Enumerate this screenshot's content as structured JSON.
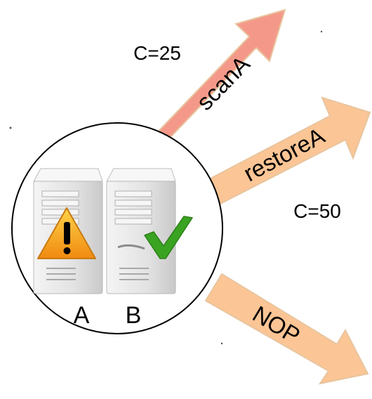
{
  "actions": [
    {
      "id": "scan",
      "label": "scanA",
      "color": "#f4998a"
    },
    {
      "id": "restore",
      "label": "restoreA",
      "color": "#fbc595"
    },
    {
      "id": "nop",
      "label": "NOP",
      "color": "#fbc595"
    }
  ],
  "costs": {
    "scan": "C=25",
    "restore": "C=50"
  },
  "servers": [
    {
      "label": "A",
      "status": "warning",
      "status_color": "#f2a81b"
    },
    {
      "label": "B",
      "status": "ok",
      "status_color": "#3aa321"
    }
  ],
  "colors": {
    "arrow_edge": "#e8c59f",
    "server_body": "#e3e3e3",
    "circle_stroke": "#000000"
  }
}
